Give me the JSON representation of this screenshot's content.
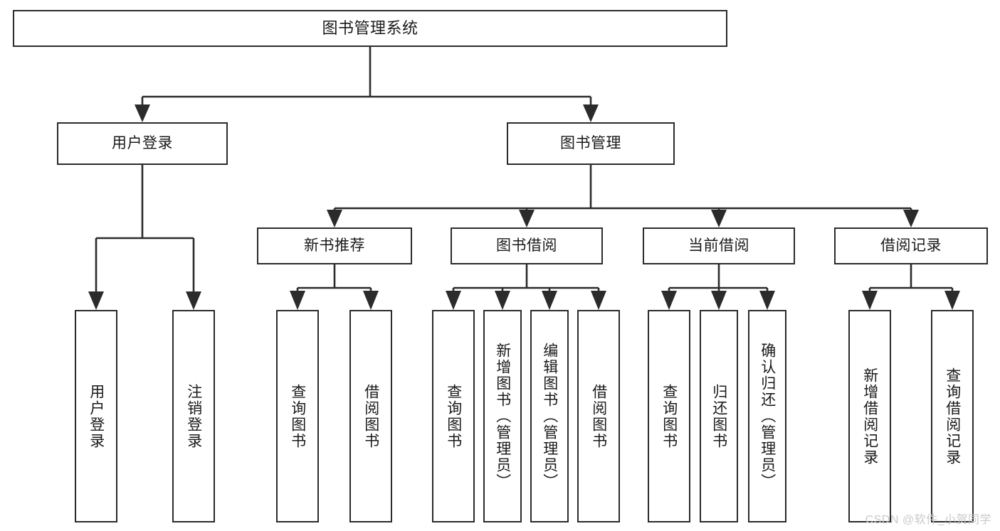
{
  "diagram": {
    "title": "图书管理系统",
    "type": "tree-hierarchy",
    "orientation": "top-down",
    "colors": {
      "background": "#ffffff",
      "stroke": "#2b2b2b",
      "node_fill": "#ffffff",
      "text": "#1a1a1a",
      "watermark": "#c9c9c9"
    }
  },
  "root": {
    "label": "图书管理系统"
  },
  "level2": [
    {
      "label": "用户登录"
    },
    {
      "label": "图书管理"
    }
  ],
  "level3": [
    {
      "label": "新书推荐"
    },
    {
      "label": "图书借阅"
    },
    {
      "label": "当前借阅"
    },
    {
      "label": "借阅记录"
    }
  ],
  "leaves": {
    "user_login": [
      {
        "label": "用户登录"
      },
      {
        "label": "注销登录"
      }
    ],
    "new_book_recommend": [
      {
        "label": "查询图书"
      },
      {
        "label": "借阅图书"
      }
    ],
    "book_borrow": [
      {
        "label": "查询图书"
      },
      {
        "label": "新增图书（管理员）"
      },
      {
        "label": "编辑图书（管理员）"
      },
      {
        "label": "借阅图书"
      }
    ],
    "current_borrow": [
      {
        "label": "查询图书"
      },
      {
        "label": "归还图书"
      },
      {
        "label": "确认归还（管理员）"
      }
    ],
    "borrow_records": [
      {
        "label": "新增借阅记录"
      },
      {
        "label": "查询借阅记录"
      }
    ]
  },
  "watermark": {
    "text": "CSDN @软件_小贺同学"
  }
}
